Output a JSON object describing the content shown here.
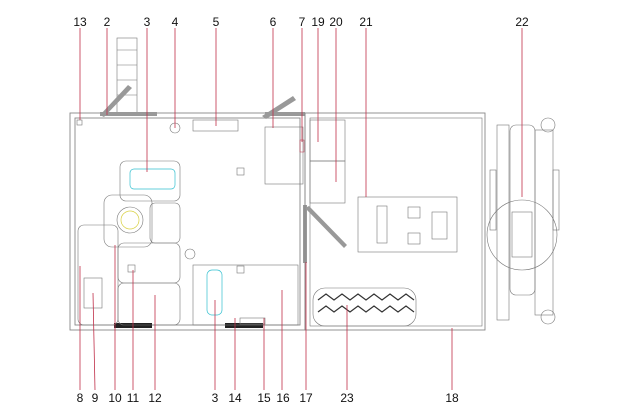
{
  "top_labels": [
    "13",
    "2",
    "3",
    "4",
    "5",
    "6",
    "7",
    "19",
    "20",
    "21",
    "22"
  ],
  "bottom_labels": [
    "8",
    "9",
    "10",
    "11",
    "12",
    "3",
    "14",
    "15",
    "16",
    "17",
    "23",
    "18"
  ],
  "colors": {
    "leader": "#c0304a",
    "wall": "#888888",
    "accent_cyan": "#33c0d0",
    "accent_yellow": "#d8d040"
  }
}
